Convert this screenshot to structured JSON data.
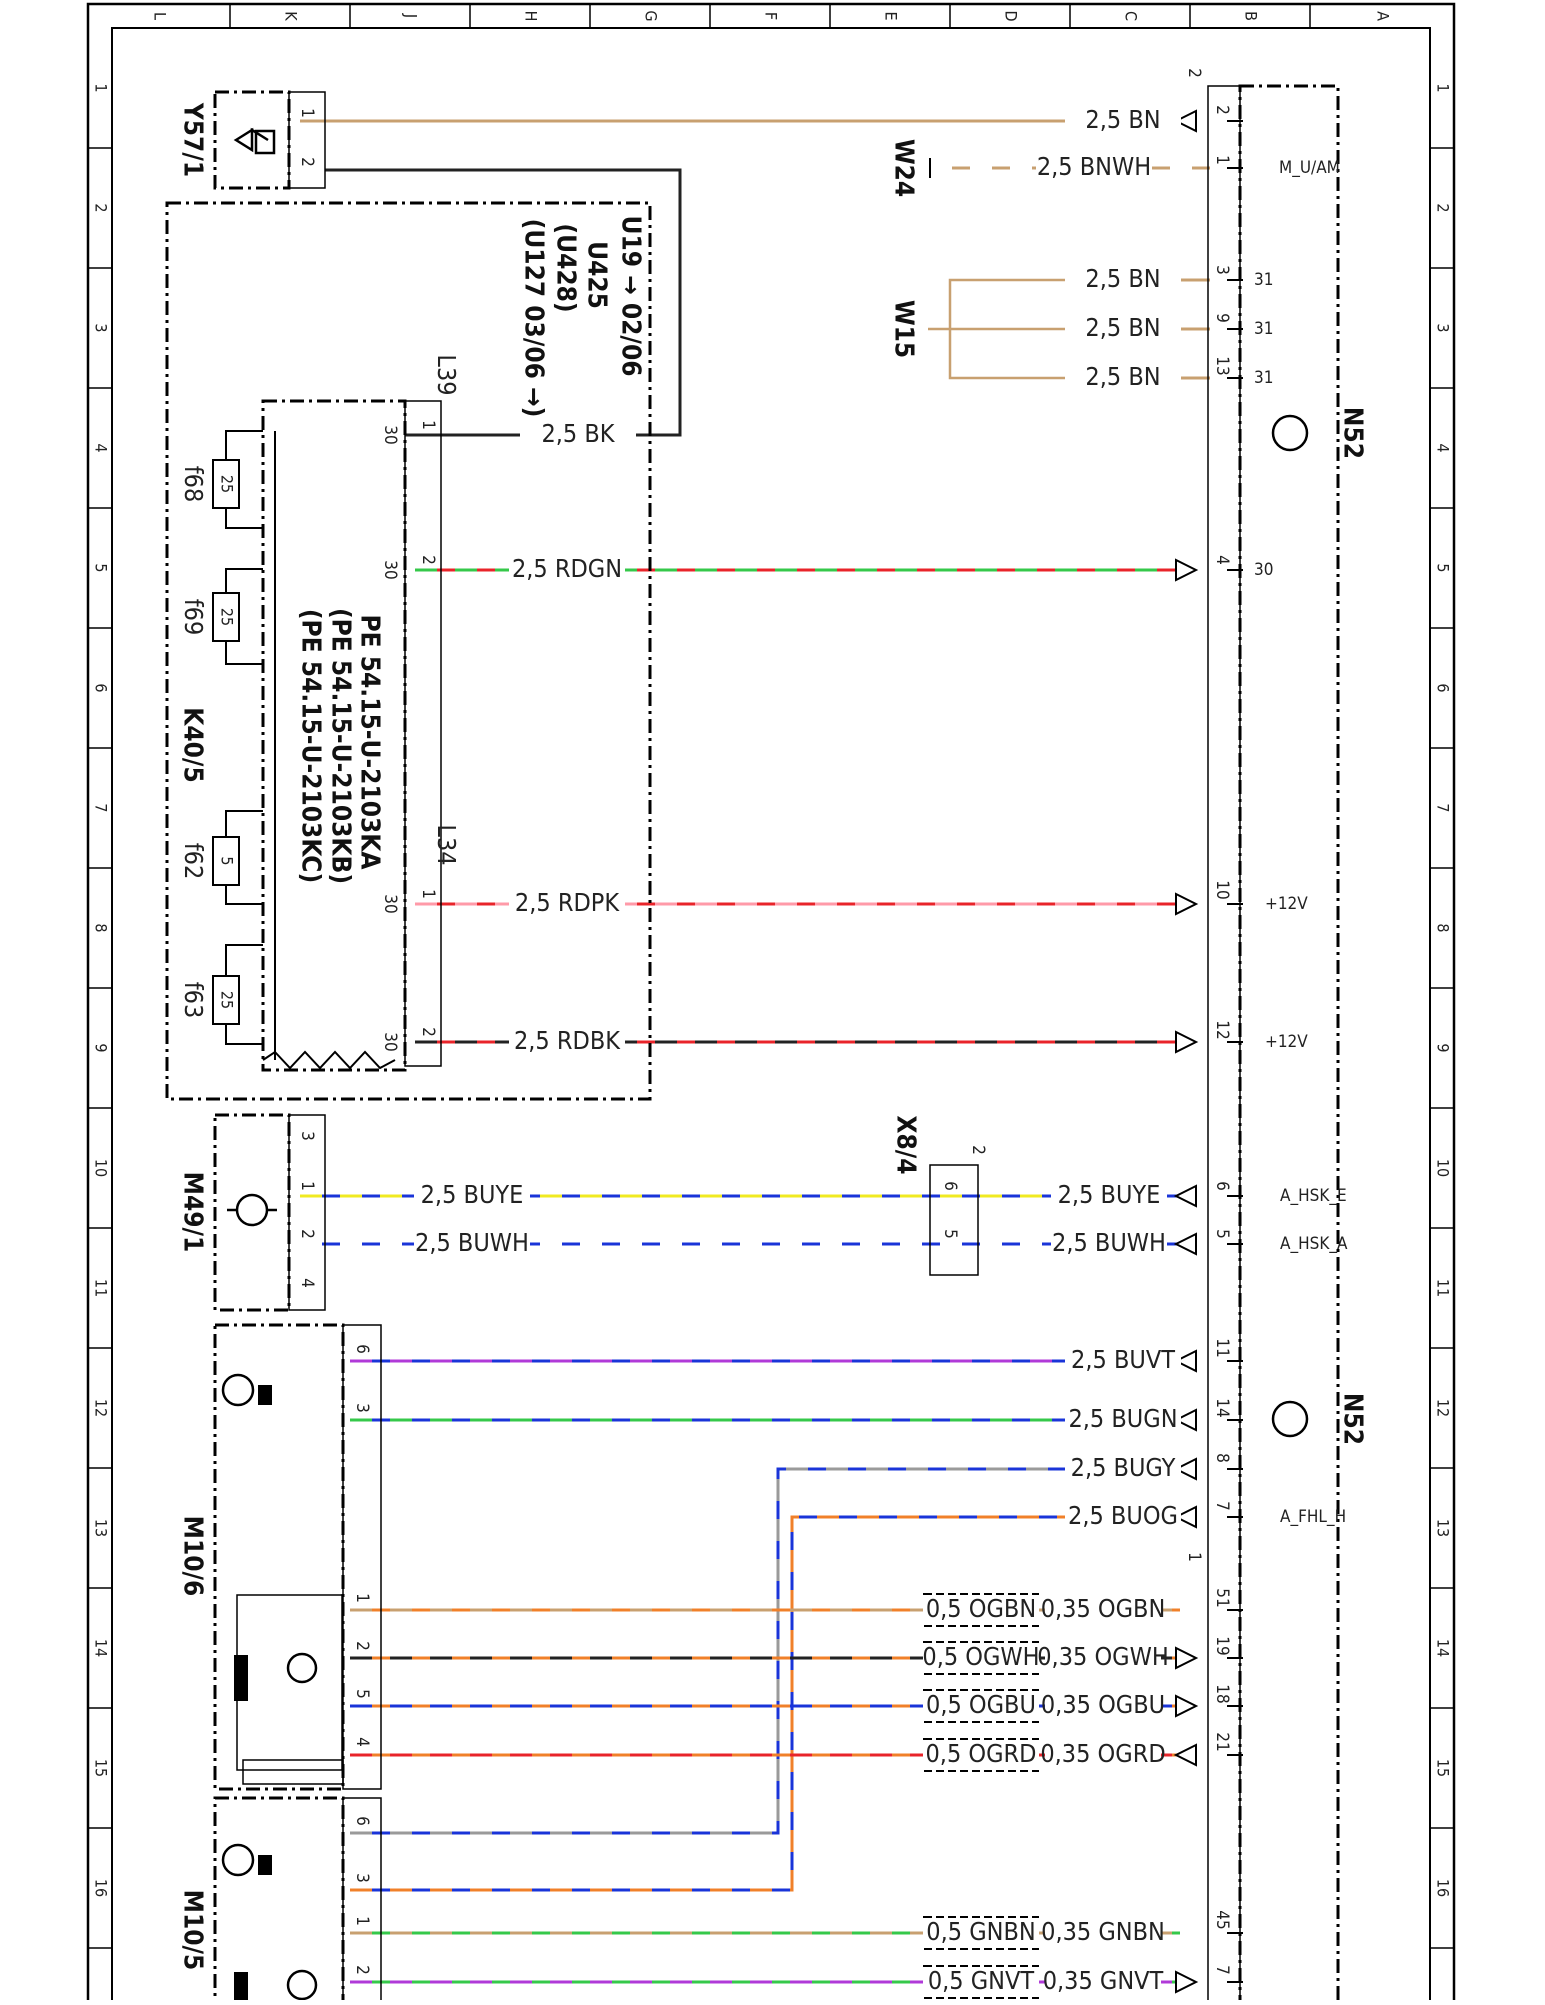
{
  "frame": {
    "columns": [
      "L",
      "K",
      "J",
      "H",
      "G",
      "F",
      "E",
      "D",
      "C",
      "B",
      "A"
    ],
    "rows": [
      "1",
      "2",
      "3",
      "4",
      "5",
      "6",
      "7",
      "8",
      "9",
      "10",
      "11",
      "12",
      "13",
      "14",
      "15",
      "16"
    ]
  },
  "components": {
    "y57_1": "Y57/1",
    "w24": "W24",
    "w15": "W15",
    "n52_top": "N52",
    "n52_bottom": "N52",
    "k40_5": "K40/5",
    "f68": "f68",
    "f69": "f69",
    "f62": "f62",
    "f63": "f63",
    "f68_rating": "25",
    "f69_rating": "25",
    "f62_rating": "5",
    "f63_rating": "25",
    "l39": "L39",
    "l34": "L34",
    "x8_4": "X8/4",
    "m49_1": "M49/1",
    "m10_6": "M10/6",
    "m10_5": "M10/5"
  },
  "notes": {
    "u19": "U19 → 02/06",
    "u425": "U425",
    "u428": "(U428)",
    "u127": "(U127 03/06 →)",
    "pe_a": "PE 54.15-U-2103KA",
    "pe_b": "(PE 54.15-U-2103KB)",
    "pe_c": "(PE 54.15-U-2103KC)"
  },
  "wires": {
    "y57_bn": "2,5 BN",
    "w24_bnwh": "2,5 BNWH",
    "w15_bn_3": "2,5 BN",
    "w15_bn_9": "2,5 BN",
    "w15_bn_13": "2,5 BN",
    "bk": "2,5 BK",
    "rdgn": "2,5 RDGN",
    "rdpk": "2,5 RDPK",
    "rdbk": "2,5 RDBK",
    "buye_left": "2,5 BUYE",
    "buwh_left": "2,5 BUWH",
    "buye_right": "2,5 BUYE",
    "buwh_right": "2,5 BUWH",
    "buvt": "2,5 BUVT",
    "bugn": "2,5 BUGN",
    "bugy": "2,5 BUGY",
    "buog": "2,5 BUOG",
    "ogbn_a": "0,5 OGBN",
    "ogbn_b": "0,35 OGBN",
    "ogwh_a": "0,5 OGWH",
    "ogwh_b": "0,35 OGWH",
    "ogbu_a": "0,5 OGBU",
    "ogbu_b": "0,35 OGBU",
    "ogrd_a": "0,5 OGRD",
    "ogrd_b": "0,35 OGRD",
    "gnbn_a": "0,5 GNBN",
    "gnbn_b": "0,35 GNBN",
    "gnvt_a": "0,5 GNVT",
    "gnvt_b": "0,35 GNVT"
  },
  "signals": {
    "m_u_am": "M_U/AM",
    "gnd_3": "31",
    "gnd_9": "31",
    "gnd_13": "31",
    "term30": "30",
    "plus12_a": "+12V",
    "plus12_b": "+12V",
    "a_hsk_e": "A_HSK_E",
    "a_hsk_a": "A_HSK_A",
    "a_fhl_h": "A_FHL_H"
  },
  "pins": {
    "y57_1": "1",
    "y57_2": "2",
    "n52_2": "2",
    "n52_1": "1",
    "n52_3": "3",
    "n52_9": "9",
    "n52_13": "13",
    "n52_4": "4",
    "n52_10": "10",
    "n52_12": "12",
    "n52_6": "6",
    "n52_5": "5",
    "n52_11": "11",
    "n52_14": "14",
    "n52_8": "8",
    "n52_7": "7",
    "n52_51": "51",
    "n52_19": "19",
    "n52_18": "18",
    "n52_21": "21",
    "n52_45": "45",
    "n52_7b": "7",
    "n52_conn_a": "2",
    "n52_conn_b": "1",
    "l39_1": "1",
    "l39_2": "2",
    "l34_1": "1",
    "l34_2": "2",
    "k40_30_a": "30",
    "k40_30_b": "30",
    "k40_30_c": "30",
    "k40_30_d": "30",
    "x8_6": "6",
    "x8_5": "5",
    "x8_2": "2",
    "m49_3": "3",
    "m49_1": "1",
    "m49_2": "2",
    "m49_4": "4",
    "m106_6": "6",
    "m106_3": "3",
    "m106_1": "1",
    "m106_2": "2",
    "m106_5": "5",
    "m106_4": "4",
    "m105_6": "6",
    "m105_3": "3",
    "m105_1": "1",
    "m105_2": "2"
  },
  "colors": {
    "BN": "#c8a070",
    "BK": "#222222",
    "RD": "#e8242a",
    "GN": "#35c84a",
    "PK": "#ff9aa8",
    "BU": "#1a34d8",
    "YE": "#f0ea20",
    "WH": "#ffffff",
    "VT": "#b03ad8",
    "GY": "#9a9a9a",
    "OG": "#f0802a"
  }
}
